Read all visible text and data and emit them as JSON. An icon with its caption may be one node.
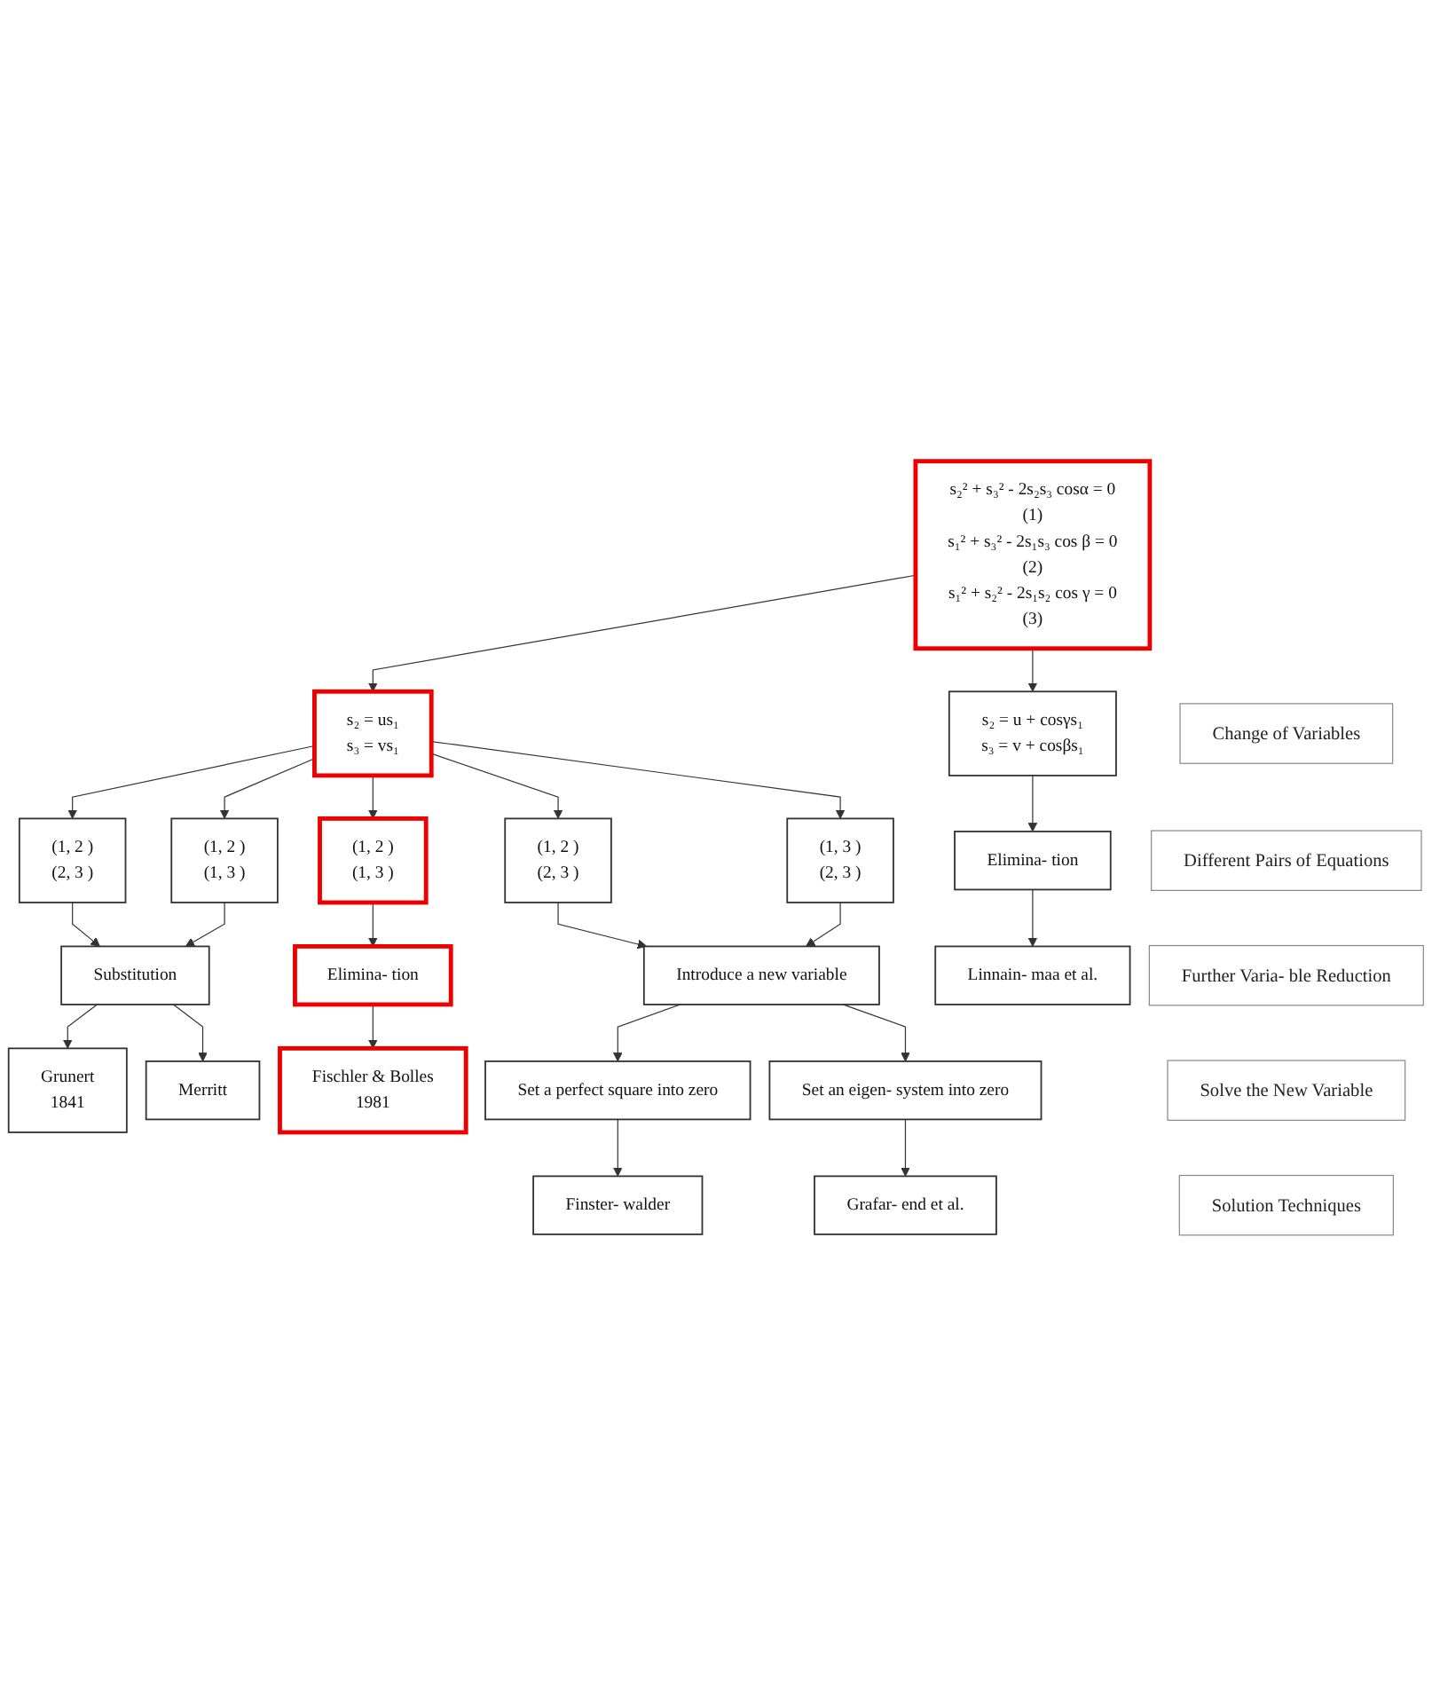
{
  "diagram": {
    "nodes": [
      {
        "text": [
          "s₂² + s₃² - 2s₂s₃ cosα = 0",
          "(1)",
          "s₁² + s₃² - 2s₁s₃ cos β = 0",
          "(2)",
          "s₁² + s₂² - 2s₁s₂ cos γ = 0",
          "(3)"
        ]
      },
      {
        "text": [
          "Change of Variables"
        ]
      },
      {
        "text": [
          "s₂ = us₁",
          "s₃ = vs₁"
        ]
      },
      {
        "text": [
          "s₂ = u + cosγs₁",
          "s₃ = v + cosβs₁"
        ]
      },
      {
        "text": [
          "Different Pairs of Equations"
        ]
      },
      {
        "text": [
          "(1, 2 )",
          "(2, 3 )"
        ]
      },
      {
        "text": [
          "(1, 2 )",
          "(1, 3 )"
        ]
      },
      {
        "text": [
          "(1, 2 )",
          "(1, 3 )"
        ]
      },
      {
        "text": [
          "(1, 2 )",
          "(2, 3 )"
        ]
      },
      {
        "text": [
          "(1, 3 )",
          "(2, 3 )"
        ]
      },
      {
        "text": [
          "Further Varia- ble Reduction"
        ]
      },
      {
        "text": [
          "Substitution"
        ]
      },
      {
        "text": [
          "Elimina- tion"
        ]
      },
      {
        "text": [
          "Introduce a new variable"
        ]
      },
      {
        "text": [
          "Elimina- tion"
        ]
      },
      {
        "text": [
          "Solve the New Variable"
        ]
      },
      {
        "text": [
          "Set a perfect square into zero"
        ]
      },
      {
        "text": [
          "Set an eigen- system into zero"
        ]
      },
      {
        "text": [
          "Solution Techniques"
        ]
      },
      {
        "text": [
          "Grunert",
          "1841"
        ]
      },
      {
        "text": [
          "Merritt"
        ]
      },
      {
        "text": [
          "Fischler & Bolles",
          "1981"
        ]
      },
      {
        "text": [
          "Finster- walder"
        ]
      },
      {
        "text": [
          "Grafar- end et al."
        ]
      },
      {
        "text": [
          "Linnain- maa et al."
        ]
      }
    ],
    "edges": [
      {
        "from": 0,
        "to": 2,
        "arrow": "to"
      },
      {
        "from": 0,
        "to": 3,
        "arrow": "to"
      },
      {
        "from": 2,
        "to": 5,
        "arrow": "to"
      },
      {
        "from": 2,
        "to": 6,
        "arrow": "to"
      },
      {
        "from": 2,
        "to": 7,
        "arrow": "to"
      },
      {
        "from": 2,
        "to": 8,
        "arrow": "to"
      },
      {
        "from": 2,
        "to": 9,
        "arrow": "to"
      },
      {
        "from": 3,
        "to": 14,
        "arrow": "to"
      },
      {
        "from": 5,
        "to": 11,
        "arrow": "to"
      },
      {
        "from": 6,
        "to": 11,
        "arrow": "to"
      },
      {
        "from": 7,
        "to": 12,
        "arrow": "to"
      },
      {
        "from": 8,
        "to": 13,
        "arrow": "to"
      },
      {
        "from": 9,
        "to": 13,
        "arrow": "to"
      },
      {
        "from": 13,
        "to": 16,
        "arrow": "to"
      },
      {
        "from": 13,
        "to": 17,
        "arrow": "to"
      },
      {
        "from": 11,
        "to": 19,
        "arrow": "to"
      },
      {
        "from": 11,
        "to": 20,
        "arrow": "to"
      },
      {
        "from": 12,
        "to": 21,
        "arrow": "to"
      },
      {
        "from": 16,
        "to": 22,
        "arrow": "to"
      },
      {
        "from": 17,
        "to": 23,
        "arrow": "to"
      },
      {
        "from": 14,
        "to": 24,
        "arrow": "to"
      }
    ]
  }
}
